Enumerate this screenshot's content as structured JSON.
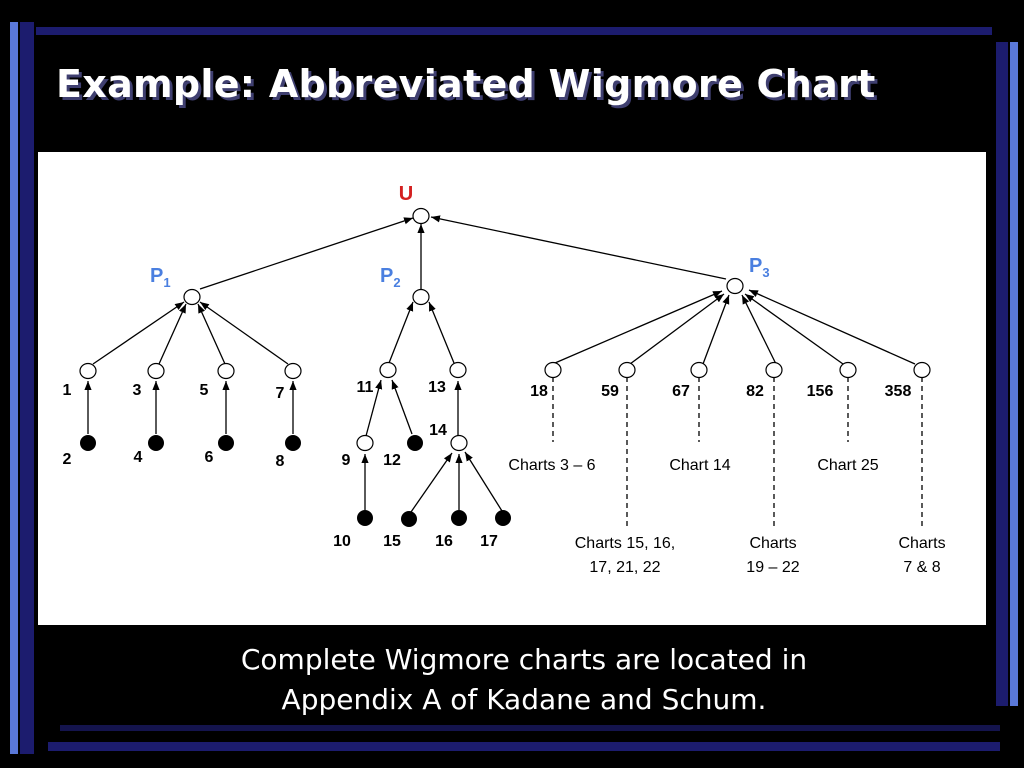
{
  "title": "Example: Abbreviated Wigmore Chart",
  "caption": {
    "line1": "Complete Wigmore charts are located in",
    "line2": "Appendix A of Kadane and Schum."
  },
  "colors": {
    "background": "#000000",
    "panel": "#ffffff",
    "accent_bar": "#1c1c6e",
    "accent_light": "#5a78d8",
    "label_blue": "#4a7fe0",
    "label_red": "#d42020"
  },
  "diagram": {
    "root": "U",
    "p1": {
      "main": "P",
      "sub": "1"
    },
    "p2": {
      "main": "P",
      "sub": "2"
    },
    "p3": {
      "main": "P",
      "sub": "3"
    },
    "numbers": {
      "n1": "1",
      "n2": "2",
      "n3": "3",
      "n4": "4",
      "n5": "5",
      "n6": "6",
      "n7": "7",
      "n8": "8",
      "n9": "9",
      "n10": "10",
      "n11": "11",
      "n12": "12",
      "n13": "13",
      "n14": "14",
      "n15": "15",
      "n16": "16",
      "n17": "17",
      "n18": "18",
      "n59": "59",
      "n67": "67",
      "n82": "82",
      "n156": "156",
      "n358": "358"
    },
    "chart_refs": {
      "c18": "Charts 3 – 6",
      "c59_line1": "Charts 15, 16,",
      "c59_line2": "17, 21, 22",
      "c67": "Chart 14",
      "c82_line1": "Charts",
      "c82_line2": "19 – 22",
      "c156": "Chart 25",
      "c358_line1": "Charts",
      "c358_line2": "7 & 8"
    }
  }
}
